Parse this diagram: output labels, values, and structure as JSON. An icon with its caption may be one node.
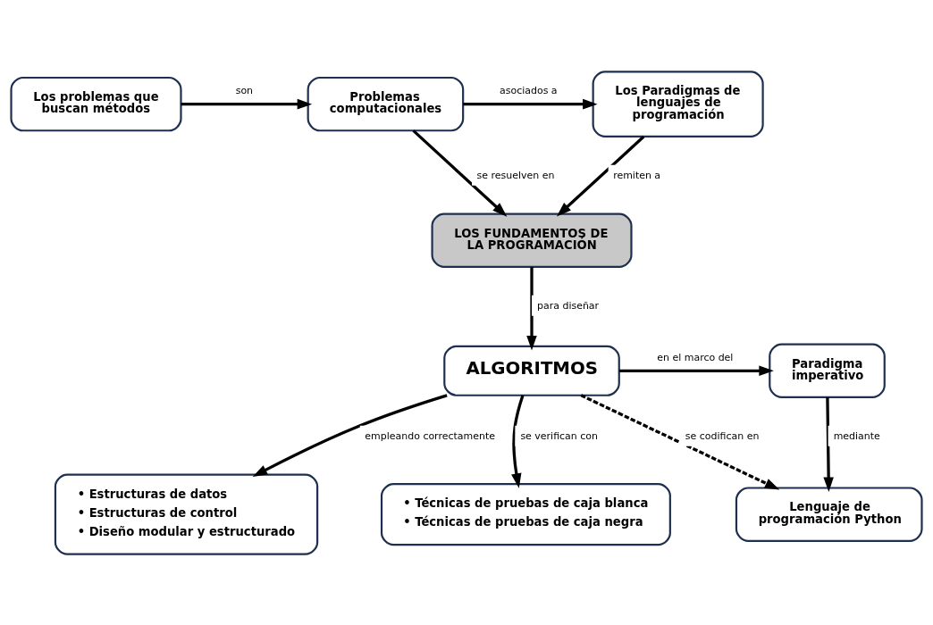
{
  "diagram": {
    "nodes": [
      {
        "text": [
          "Los problemas que buscan métodos"
        ]
      },
      {
        "text": [
          "Problemas computacionales"
        ]
      },
      {
        "text": [
          "Los Paradigmas de lenguajes de programación"
        ]
      },
      {
        "text": [
          "LOS FUNDAMENTOS DE LA PROGRAMACIÓN"
        ]
      },
      {
        "text": [
          "ALGORITMOS"
        ]
      },
      {
        "text": [
          "Paradigma imperativo"
        ]
      },
      {
        "text": [
          "• Estructuras de datos",
          "• Estructuras de control",
          "• Diseño modular y estructurado"
        ]
      },
      {
        "text": [
          "Lenguaje de programación Python"
        ]
      },
      {
        "text": [
          "• Técnicas de pruebas de caja blanca",
          "• Técnicas de pruebas de caja negra"
        ]
      }
    ],
    "edges": [
      {
        "from": 0,
        "to": 1,
        "arrow": "to",
        "label": "son"
      },
      {
        "from": 1,
        "to": 2,
        "arrow": "to",
        "label": "asociados a"
      },
      {
        "from": 1,
        "to": 3,
        "arrow": "to",
        "label": "se resuelven en"
      },
      {
        "from": 2,
        "to": 3,
        "arrow": "to",
        "label": "remiten a"
      },
      {
        "from": 3,
        "to": 4,
        "arrow": "to",
        "label": "para diseñar"
      },
      {
        "from": 4,
        "to": 5,
        "arrow": "to",
        "label": "en el marco del"
      },
      {
        "from": 4,
        "to": 6,
        "arrow": "to",
        "label": "empleando correctamente"
      },
      {
        "from": 4,
        "to": 8,
        "arrow": "to",
        "label": "se verifican con"
      },
      {
        "from": 4,
        "to": 7,
        "arrow": "to",
        "label": "se codifican en",
        "style": "dashed"
      },
      {
        "from": 5,
        "to": 7,
        "arrow": "to",
        "label": "mediante"
      }
    ]
  }
}
